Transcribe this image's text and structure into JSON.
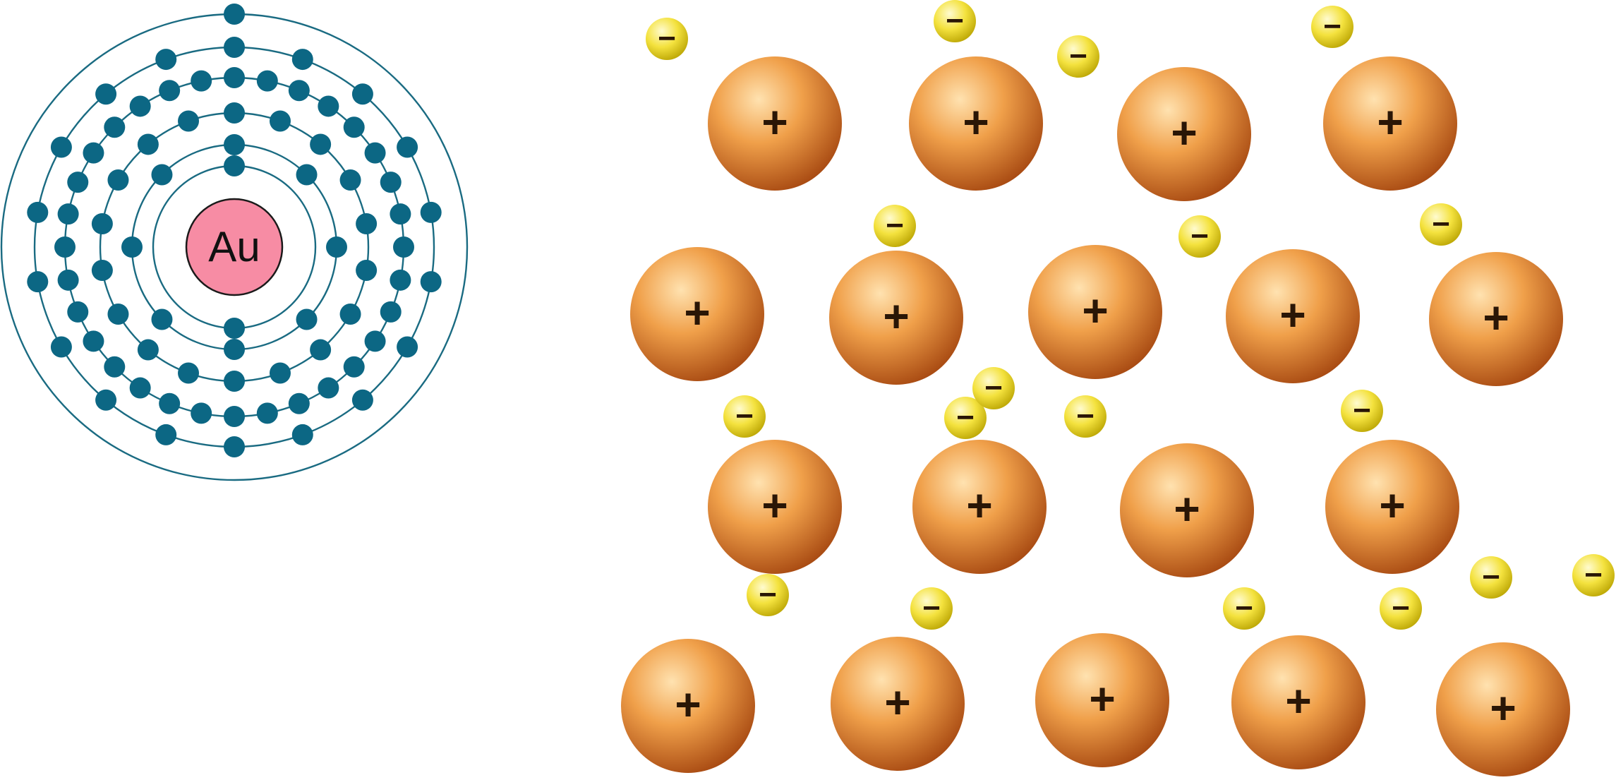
{
  "atom": {
    "symbol": "Au",
    "shells": [
      2,
      8,
      18,
      32,
      18,
      1
    ],
    "colors": {
      "nucleus": "#f78ca4",
      "electron": "#0c6784",
      "orbit": "#1a6b82"
    }
  },
  "lattice": {
    "cation_symbol": "+",
    "electron_symbol": "−",
    "colors": {
      "cation_light": "#ffe2b0",
      "cation_mid": "#f0a04a",
      "cation_dark": "#a84a12",
      "electron_light": "#fffbd0",
      "electron_mid": "#f4e23e",
      "electron_dark": "#b8a200",
      "sign": "#2a1606"
    }
  }
}
